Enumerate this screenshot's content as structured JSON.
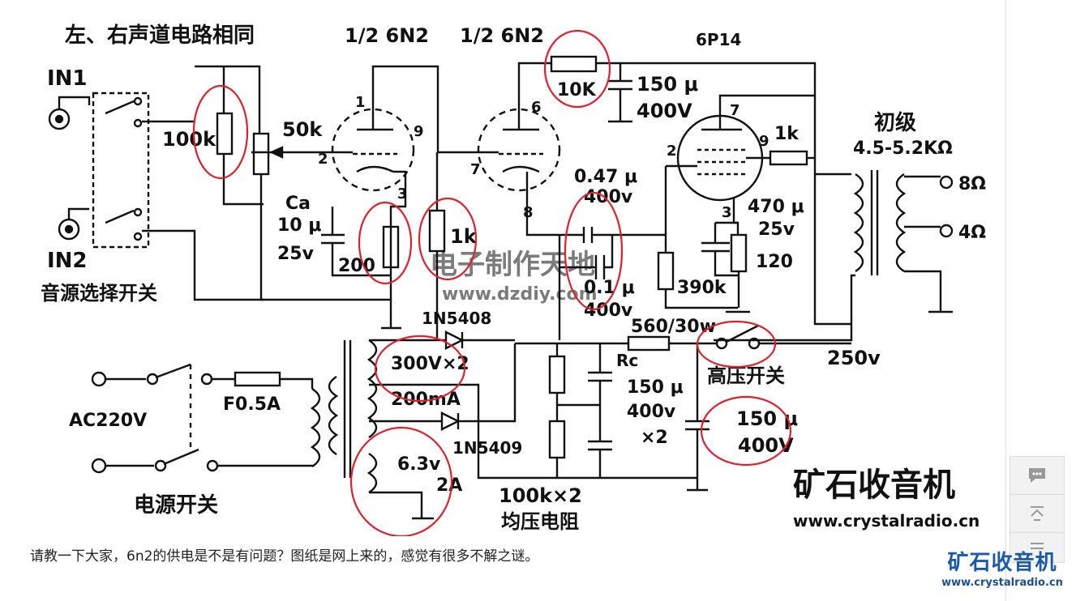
{
  "post": {
    "text": "请教一下大家，6n2的供电是不是有问题？图纸是网上来的，感觉有很多不解之谜。"
  },
  "schematic": {
    "title": "左、右声道电路相同",
    "tube1": "1/2 6N2",
    "tube2": "1/2 6N2",
    "tube3": "6P14",
    "in1": "IN1",
    "in2": "IN2",
    "source_switch": "音源选择开关",
    "r_100k": "100k",
    "vol_50k": "50k",
    "cap_ca": "Ca",
    "cap_ca_val": "10 μ",
    "cap_ca_v": "25v",
    "r_200": "200",
    "r_1k_a": "1k",
    "r_10k": "10K",
    "cap_150_a": "150 μ",
    "cap_150_a_v": "400V",
    "cap_047": "0.47 μ",
    "cap_047_v": "400v",
    "cap_01": "0.1 μ",
    "cap_01_v": "400v",
    "r_390k": "390k",
    "r_1k_b": "1k",
    "cap_470": "470 μ",
    "cap_470_v": "25v",
    "r_120": "120",
    "primary": "初级",
    "primary_val": "4.5-5.2KΩ",
    "out_8": "8Ω",
    "out_4": "4Ω",
    "pin1": "1",
    "pin2": "2",
    "pin3": "3",
    "pin9": "9",
    "pin6": "6",
    "pin7": "7",
    "pin8": "8",
    "pin_p2": "2",
    "pin_p3": "3",
    "pin_p7": "7",
    "pin_p9": "9",
    "diode1": "1N5408",
    "diode2": "1N5409",
    "r_560": "560/30w",
    "hv_switch": "高压开关",
    "v_250": "250v",
    "sec_300": "300V×2",
    "sec_200": "200mA",
    "sec_63": "6.3v",
    "sec_2a": "2A",
    "ac": "AC220V",
    "fuse": "F0.5A",
    "power_switch": "电源开关",
    "rc": "Rc",
    "cap_rc": "150 μ",
    "cap_rc_v": "400v",
    "cap_rc_x": "×2",
    "cap_150_b": "150 μ",
    "cap_150_b_v": "400V",
    "r_100k_x2": "100k×2",
    "equal_r": "均压电阻",
    "wm_cn": "矿石收音机",
    "wm_url": "www.crystalradio.cn",
    "wm_mid": "电子制作天地",
    "wm_mid_url": "www.dzdiy.com"
  },
  "watermark": {
    "cn": "矿石收音机",
    "url": "www.crystalradio.cn"
  },
  "tools": {
    "comment_icon": "comment-icon",
    "top_icon": "back-to-top-icon",
    "list_icon": "list-icon"
  },
  "colors": {
    "annotation": "#e0202a",
    "watermark": "#1a5aa8"
  }
}
